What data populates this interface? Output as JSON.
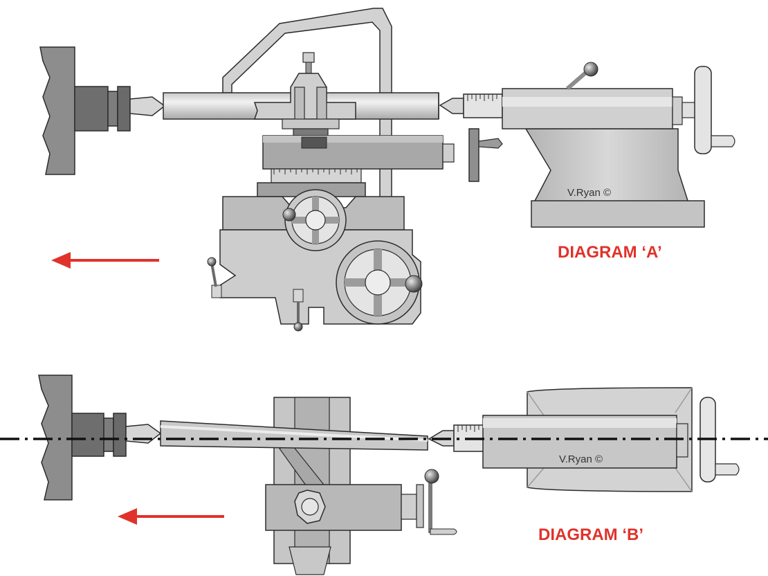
{
  "diagram_a": {
    "label": "DIAGRAM ‘A’",
    "credit": "V.Ryan ©"
  },
  "diagram_b": {
    "label": "DIAGRAM ‘B’",
    "credit": "V.Ryan ©"
  },
  "colors": {
    "label_red": "#e0322b",
    "arrow_red": "#e0322b",
    "metal_light": "#d4d4d4",
    "metal_mid": "#b9b9b9",
    "metal_dark": "#8a8a8a",
    "chuck_dark": "#6e6e6e",
    "outline": "#2b2b2b",
    "centre_line": "#111111"
  }
}
